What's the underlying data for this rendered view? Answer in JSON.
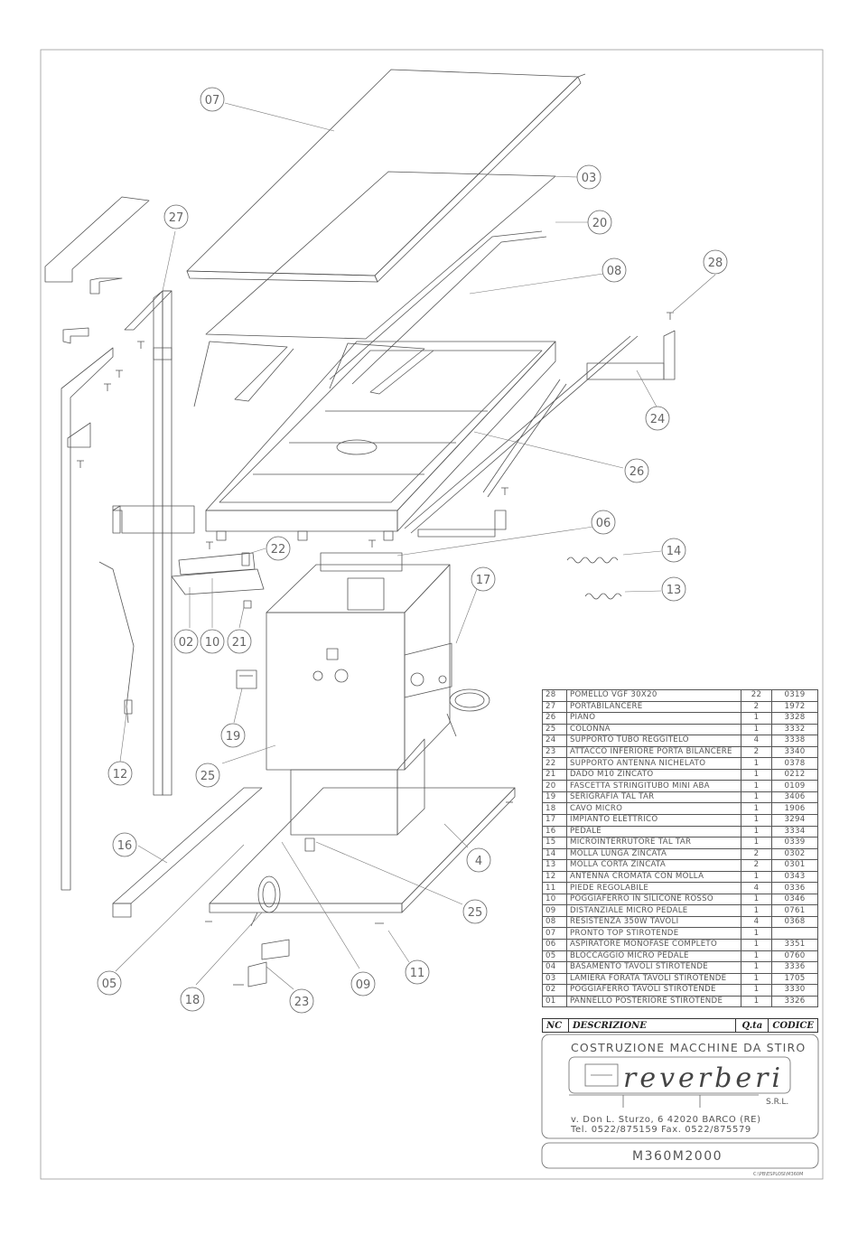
{
  "callouts": [
    "07",
    "03",
    "20",
    "08",
    "28",
    "27",
    "24",
    "26",
    "06",
    "22",
    "14",
    "13",
    "17",
    "02",
    "10",
    "21",
    "19",
    "25",
    "12",
    "16",
    "4",
    "25",
    "05",
    "18",
    "23",
    "09",
    "11"
  ],
  "parts": [
    {
      "nc": "28",
      "desc": "POMELLO VGF 30X20",
      "qty": "22",
      "code": "0319"
    },
    {
      "nc": "27",
      "desc": "PORTABILANCERE",
      "qty": "2",
      "code": "1972"
    },
    {
      "nc": "26",
      "desc": "PIANO",
      "qty": "1",
      "code": "3328"
    },
    {
      "nc": "25",
      "desc": "COLONNA",
      "qty": "1",
      "code": "3332"
    },
    {
      "nc": "24",
      "desc": "SUPPORTO TUBO REGGITELO",
      "qty": "4",
      "code": "3338"
    },
    {
      "nc": "23",
      "desc": "ATTACCO INFERIORE PORTA BILANCERE",
      "qty": "2",
      "code": "3340"
    },
    {
      "nc": "22",
      "desc": "SUPPORTO ANTENNA NICHELATO",
      "qty": "1",
      "code": "0378"
    },
    {
      "nc": "21",
      "desc": "DADO M10 ZINCATO",
      "qty": "1",
      "code": "0212"
    },
    {
      "nc": "20",
      "desc": "FASCETTA STRINGITUBO MINI ABA",
      "qty": "1",
      "code": "0109"
    },
    {
      "nc": "19",
      "desc": "SERIGRAFIA TAL TAR",
      "qty": "1",
      "code": "3406"
    },
    {
      "nc": "18",
      "desc": "CAVO MICRO",
      "qty": "1",
      "code": "1906"
    },
    {
      "nc": "17",
      "desc": "IMPIANTO ELETTRICO",
      "qty": "1",
      "code": "3294"
    },
    {
      "nc": "16",
      "desc": "PEDALE",
      "qty": "1",
      "code": "3334"
    },
    {
      "nc": "15",
      "desc": "MICROINTERRUTORE TAL TAR",
      "qty": "1",
      "code": "0339"
    },
    {
      "nc": "14",
      "desc": "MOLLA LUNGA ZINCATA",
      "qty": "2",
      "code": "0302"
    },
    {
      "nc": "13",
      "desc": "MOLLA CORTA ZINCATA",
      "qty": "2",
      "code": "0301"
    },
    {
      "nc": "12",
      "desc": "ANTENNA CROMATA CON MOLLA",
      "qty": "1",
      "code": "0343"
    },
    {
      "nc": "11",
      "desc": "PIEDE REGOLABILE",
      "qty": "4",
      "code": "0336"
    },
    {
      "nc": "10",
      "desc": "POGGIAFERRO IN SILICONE ROSSO",
      "qty": "1",
      "code": "0346"
    },
    {
      "nc": "09",
      "desc": "DISTANZIALE MICRO PEDALE",
      "qty": "1",
      "code": "0761"
    },
    {
      "nc": "08",
      "desc": "RESISTENZA 350W TAVOLI",
      "qty": "4",
      "code": "0368"
    },
    {
      "nc": "07",
      "desc": "PRONTO TOP STIROTENDE",
      "qty": "1",
      "code": ""
    },
    {
      "nc": "06",
      "desc": "ASPIRATORE MONOFASE COMPLETO",
      "qty": "1",
      "code": "3351"
    },
    {
      "nc": "05",
      "desc": "BLOCCAGGIO MICRO PEDALE",
      "qty": "1",
      "code": "0760"
    },
    {
      "nc": "04",
      "desc": "BASAMENTO TAVOLI STIROTENDE",
      "qty": "1",
      "code": "3336"
    },
    {
      "nc": "03",
      "desc": "LAMIERA FORATA TAVOLI STIROTENDE",
      "qty": "1",
      "code": "1705"
    },
    {
      "nc": "02",
      "desc": "POGGIAFERRO TAVOLI STIROTENDE",
      "qty": "1",
      "code": "3330"
    },
    {
      "nc": "01",
      "desc": "PANNELLO POSTERIORE STIROTENDE",
      "qty": "1",
      "code": "3326"
    }
  ],
  "table_header": {
    "nc": "NC",
    "desc": "DESCRIZIONE",
    "qty": "Q.ta",
    "code": "CODICE"
  },
  "title_block": {
    "company_title": "COSTRUZIONE MACCHINE DA STIRO",
    "logo_text": "reverberi",
    "srl": "S.R.L.",
    "address": "v. Don L. Sturzo, 6   42020 BARCO (RE)",
    "contacts": "Tel. 0522/875159    Fax.  0522/875579",
    "model": "M360M2000",
    "file_path": "C:\\PB\\ESPLOSI\\M360M"
  },
  "colors": {
    "line": "#555555",
    "frame": "#999999",
    "text": "#444444"
  }
}
